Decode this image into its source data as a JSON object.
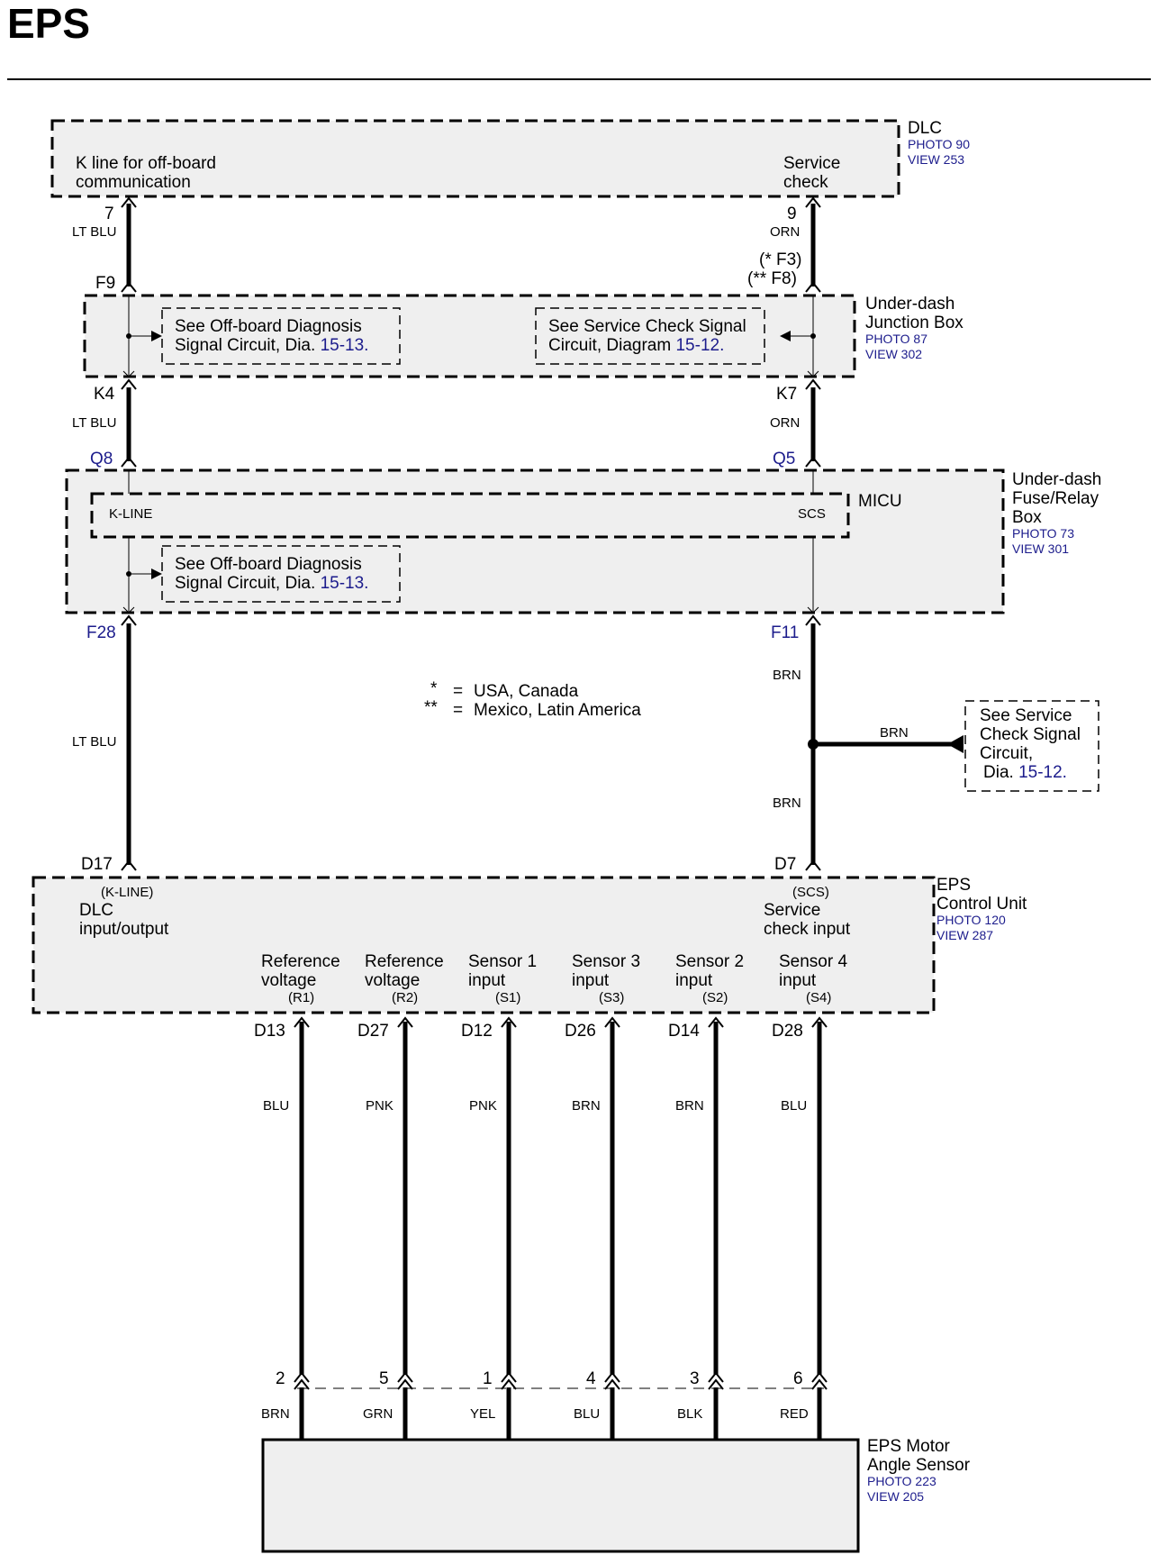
{
  "title": "EPS",
  "dlc": {
    "name": "DLC",
    "photo": "PHOTO 90",
    "view": "VIEW 253",
    "k_line_l1": "K line for off-board",
    "k_line_l2": "communication",
    "service_l1": "Service",
    "service_l2": "check",
    "pin_left": "7",
    "pin_right": "9",
    "wire_left": "LT BLU",
    "wire_right": "ORN"
  },
  "junction": {
    "name_l1": "Under-dash",
    "name_l2": "Junction Box",
    "photo": "PHOTO 87",
    "view": "VIEW 302",
    "top_left": "F9",
    "top_right_a": "(* F3)",
    "top_right_b": "(** F8)",
    "bot_left": "K4",
    "bot_right": "K7",
    "wire_left": "LT BLU",
    "wire_right": "ORN",
    "note_left_l1": "See Off-board Diagnosis",
    "note_left_l2": "Signal Circuit, Dia.",
    "note_left_ref": "15-13.",
    "note_right_l1": "See Service Check Signal",
    "note_right_l2": "Circuit, Diagram",
    "note_right_ref": "15-12."
  },
  "fusebox": {
    "name_l1": "Under-dash",
    "name_l2": "Fuse/Relay",
    "name_l3": "Box",
    "photo": "PHOTO 73",
    "view": "VIEW 301",
    "micu": "MICU",
    "k_line": "K-LINE",
    "scs": "SCS",
    "top_left": "Q8",
    "top_right": "Q5",
    "bot_left": "F28",
    "bot_right": "F11",
    "note_l1": "See Off-board Diagnosis",
    "note_l2": "Signal Circuit, Dia.",
    "note_ref": "15-13."
  },
  "legend": {
    "a_sym": "*",
    "a_eq": "=",
    "a_txt": "USA, Canada",
    "b_sym": "**",
    "b_eq": "=",
    "b_txt": "Mexico, Latin America"
  },
  "mid": {
    "wire_left": "LT BLU",
    "wire_right_top": "BRN",
    "wire_branch": "BRN",
    "wire_right_bot": "BRN",
    "note_l1": "See Service",
    "note_l2": "Check Signal",
    "note_l3": "Circuit,",
    "note_l4": "Dia.",
    "note_ref": "15-12."
  },
  "ecu": {
    "name_l1": "EPS",
    "name_l2": "Control Unit",
    "photo": "PHOTO 120",
    "view": "VIEW 287",
    "top_left": "D17",
    "top_right": "D7",
    "kline_tag": "(K-LINE)",
    "dlc_l1": "DLC",
    "dlc_l2": "input/output",
    "scs_tag": "(SCS)",
    "svc_l1": "Service",
    "svc_l2": "check input",
    "terminals": [
      {
        "l1": "Reference",
        "l2": "voltage",
        "code": "(R1)",
        "pin": "D13",
        "wire": "BLU",
        "spin": "2",
        "swire": "BRN",
        "sterm": "R1"
      },
      {
        "l1": "Reference",
        "l2": "voltage",
        "code": "(R2)",
        "pin": "D27",
        "wire": "PNK",
        "spin": "5",
        "swire": "GRN",
        "sterm": "R2"
      },
      {
        "l1": "Sensor 1",
        "l2": "input",
        "code": "(S1)",
        "pin": "D12",
        "wire": "PNK",
        "spin": "1",
        "swire": "YEL",
        "sterm": "S1"
      },
      {
        "l1": "Sensor 3",
        "l2": "input",
        "code": "(S3)",
        "pin": "D26",
        "wire": "BRN",
        "spin": "4",
        "swire": "BLU",
        "sterm": "S3"
      },
      {
        "l1": "Sensor 2",
        "l2": "input",
        "code": "(S2)",
        "pin": "D14",
        "wire": "BRN",
        "spin": "3",
        "swire": "BLK",
        "sterm": "S2"
      },
      {
        "l1": "Sensor 4",
        "l2": "input",
        "code": "(S4)",
        "pin": "D28",
        "wire": "BLU",
        "spin": "6",
        "swire": "RED",
        "sterm": "S4"
      }
    ]
  },
  "sensor": {
    "name_l1": "EPS Motor",
    "name_l2": "Angle Sensor",
    "photo": "PHOTO 223",
    "view": "VIEW 205"
  }
}
